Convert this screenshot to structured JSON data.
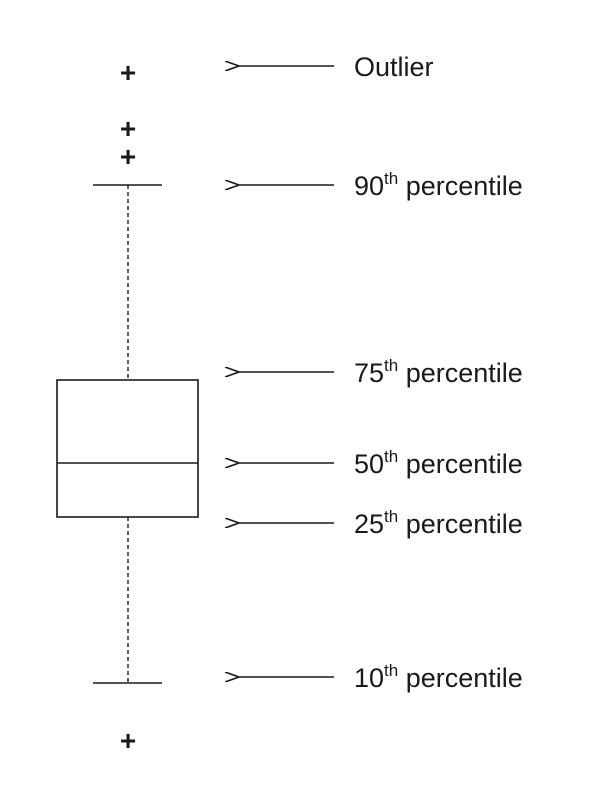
{
  "outlier_symbol": "+",
  "annotations": [
    {
      "id": "outlier",
      "main": "Outlier",
      "sup": "",
      "rest": ""
    },
    {
      "id": "p90",
      "main": "90",
      "sup": "th",
      "rest": " percentile"
    },
    {
      "id": "p75",
      "main": "75",
      "sup": "th",
      "rest": " percentile"
    },
    {
      "id": "p50",
      "main": "50",
      "sup": "th",
      "rest": " percentile"
    },
    {
      "id": "p25",
      "main": "25",
      "sup": "th",
      "rest": " percentile"
    },
    {
      "id": "p10",
      "main": "10",
      "sup": "th",
      "rest": " percentile"
    }
  ]
}
